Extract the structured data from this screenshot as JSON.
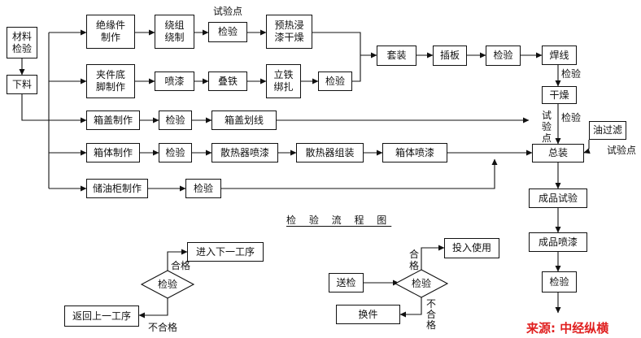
{
  "diagram": {
    "title": "检 验 流 程 图",
    "source": "来源: 中经纵横",
    "nodes": {
      "material_check": "材料\n检验",
      "cutting": "下料",
      "insulation": "绝缘件\n制作",
      "winding": "绕组\n绕制",
      "check_winding": "检验",
      "preheat": "预热浸\n漆干燥",
      "clamp": "夹件底\n脚制作",
      "spray_clamp": "喷漆",
      "core_stack": "叠铁",
      "core_bind": "立铁\n绑扎",
      "check_core": "检验",
      "assemble": "套装",
      "lead_board": "插板",
      "check_assemble": "检验",
      "welding": "焊线",
      "drying": "干燥",
      "cover_make": "箱盖制作",
      "check_cover": "检验",
      "cover_mark": "箱盖划线",
      "tank_make": "箱体制作",
      "check_tank": "检验",
      "radiator_spray": "散热器喷漆",
      "radiator_assemble": "散热器组装",
      "tank_spray": "箱体喷漆",
      "conservator": "储油柜制作",
      "check_conservator": "检验",
      "oil_filter": "油过滤",
      "final_assembly": "总装",
      "product_test": "成品试验",
      "product_spray": "成品喷漆",
      "final_check": "检验"
    },
    "labels": {
      "test_point_top": "试验点",
      "check_after_weld": "检验",
      "test_point_side": "试验点",
      "check_side": "检验",
      "test_point_oil": "试验点"
    },
    "legend_left": {
      "diamond": "检验",
      "next_step": "进入下一工序",
      "return_step": "返回上一工序",
      "pass": "合格",
      "fail": "不合格"
    },
    "legend_right": {
      "send": "送检",
      "diamond": "检验",
      "use": "投入使用",
      "replace": "换件",
      "pass": "合\n格",
      "fail": "不\n合\n格"
    }
  }
}
